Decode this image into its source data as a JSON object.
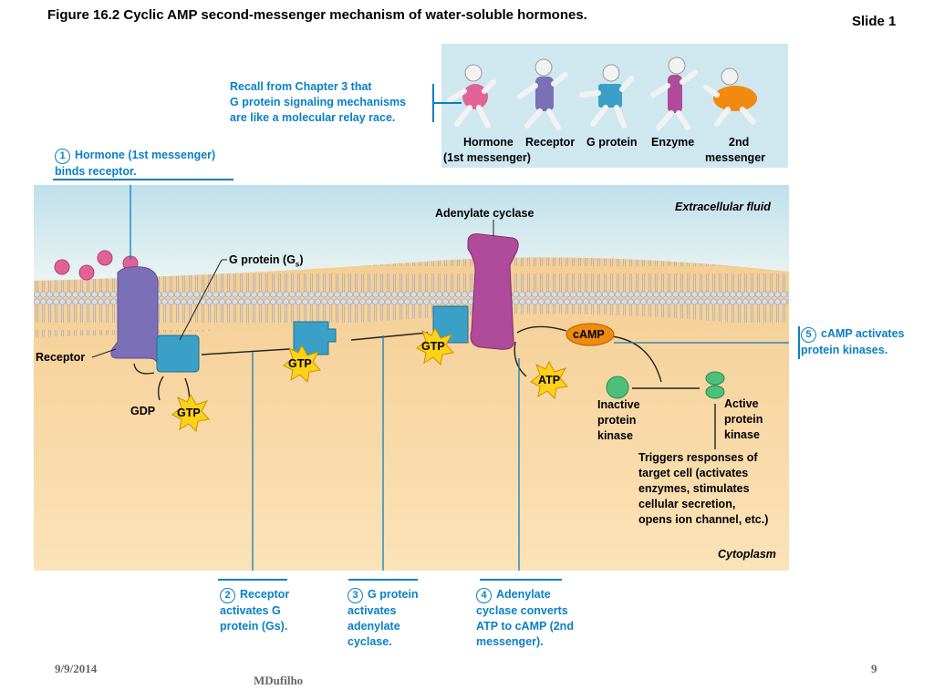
{
  "header": {
    "title": "Figure 16.2  Cyclic AMP second-messenger mechanism of water-soluble hormones.",
    "slide_label": "Slide 1"
  },
  "relay": {
    "recall_text": [
      "Recall from Chapter 3 that",
      "G protein signaling mechanisms",
      "are like a molecular relay race."
    ],
    "runners": [
      {
        "label": "Hormone",
        "sub": "(1st messenger)",
        "color": "#e0508a"
      },
      {
        "label": "Receptor",
        "sub": "",
        "color": "#8070c0"
      },
      {
        "label": "G protein",
        "sub": "",
        "color": "#2d95c0"
      },
      {
        "label": "Enzyme",
        "sub": "",
        "color": "#b0509a"
      },
      {
        "label": "2nd",
        "sub": "messenger",
        "color": "#f09020"
      }
    ]
  },
  "steps": {
    "s1": {
      "num": "1",
      "lines": [
        "Hormone (1st messenger)",
        "binds receptor."
      ]
    },
    "s2": {
      "num": "2",
      "lines": [
        "Receptor",
        "activates G",
        "protein (Gs)."
      ]
    },
    "s3": {
      "num": "3",
      "lines": [
        "G protein",
        "activates",
        "adenylate",
        "cyclase."
      ]
    },
    "s4": {
      "num": "4",
      "lines": [
        "Adenylate",
        "cyclase converts",
        "ATP to cAMP (2nd",
        "messenger)."
      ]
    },
    "s5": {
      "num": "5",
      "lines": [
        "cAMP activates",
        "protein kinases."
      ]
    }
  },
  "diagram": {
    "extracellular": "Extracellular fluid",
    "cytoplasm": "Cytoplasm",
    "adenylate_cyclase": "Adenylate cyclase",
    "g_protein": "G protein (G",
    "g_protein_sub": "s",
    "g_protein_close": ")",
    "receptor": "Receptor",
    "gdp": "GDP",
    "gtp": "GTP",
    "camp": "cAMP",
    "atp": "ATP",
    "inactive_kinase": [
      "Inactive",
      "protein",
      "kinase"
    ],
    "active_kinase": [
      "Active",
      "protein",
      "kinase"
    ],
    "triggers": [
      "Triggers responses of",
      "target cell (activates",
      "enzymes, stimulates",
      "cellular secretion,",
      "opens ion channel, etc.)"
    ]
  },
  "footer": {
    "date": "9/9/2014",
    "author": "MDufilho",
    "page": "9"
  },
  "colors": {
    "accent_blue": "#0a7fc4",
    "receptor_purple": "#7b6fb8",
    "g_protein_blue": "#3aa0c8",
    "enzyme_magenta": "#b04a9a",
    "hormone_pink": "#e26296",
    "gtp_yellow": "#ffd21a",
    "camp_orange": "#f08a10",
    "kinase_green": "#4cbf7a"
  }
}
